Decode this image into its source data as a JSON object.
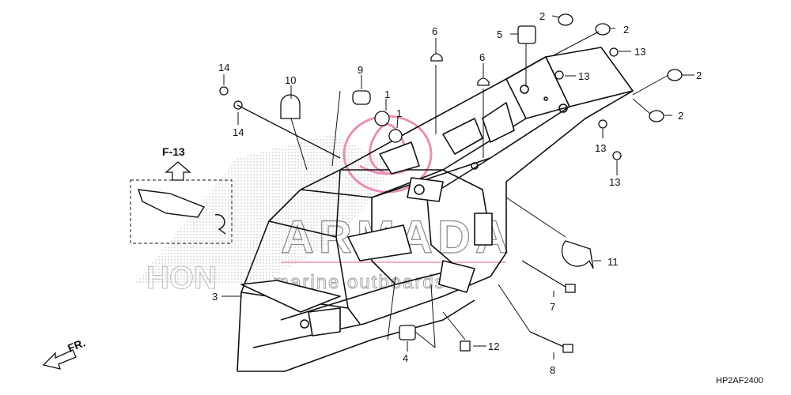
{
  "figure_code": "HP2AF2400",
  "reference": "F-13",
  "direction_label": "FR.",
  "watermark": {
    "brand": "ARMADA",
    "tagline": "marine outboards"
  },
  "callouts": [
    "1",
    "1",
    "2",
    "2",
    "2",
    "2",
    "3",
    "4",
    "5",
    "6",
    "6",
    "7",
    "8",
    "9",
    "10",
    "11",
    "12",
    "13",
    "13",
    "13",
    "13",
    "14",
    "14"
  ],
  "colors": {
    "line": "#111111",
    "accent": "#e890b8",
    "watermark": "#8a8a8a"
  }
}
